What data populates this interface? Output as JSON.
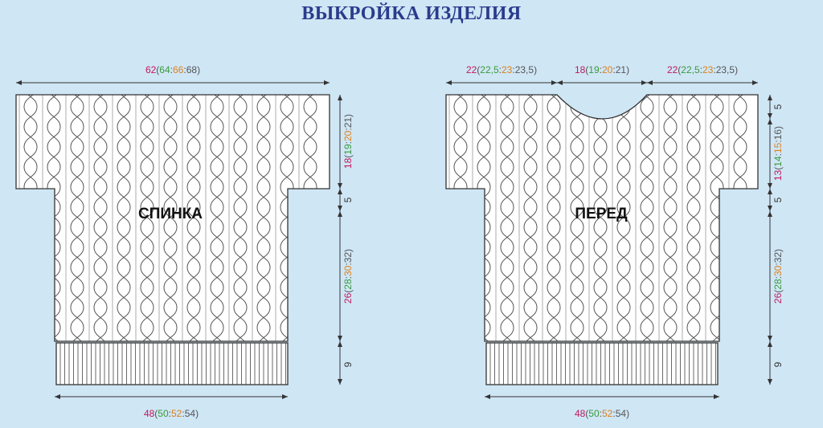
{
  "title": "ВЫКРОЙКА ИЗДЕЛИЯ",
  "colors": {
    "background": "#cfe6f5",
    "title": "#2b3b8c",
    "outline": "#333333",
    "size1": "#c2185b",
    "size2": "#3a9a3a",
    "size3": "#e0801a",
    "size4": "#555555"
  },
  "back": {
    "label": "СПИНКА",
    "width_top": [
      "62",
      "64",
      "66",
      "68"
    ],
    "sleeve_height": [
      "18",
      "19",
      "20",
      "21"
    ],
    "armhole_step": [
      "5"
    ],
    "body_height": [
      "26",
      "28",
      "30",
      "32"
    ],
    "rib_height": [
      "9"
    ],
    "width_bottom": [
      "48",
      "50",
      "52",
      "54"
    ]
  },
  "front": {
    "label": "ПЕРЕД",
    "shoulder_left": [
      "22",
      "22,5",
      "23",
      "23,5"
    ],
    "neck_width": [
      "18",
      "19",
      "20",
      "21"
    ],
    "shoulder_right": [
      "22",
      "22,5",
      "23",
      "23,5"
    ],
    "neck_depth": [
      "5"
    ],
    "sleeve_height": [
      "13",
      "14",
      "15",
      "16"
    ],
    "armhole_step": [
      "5"
    ],
    "body_height": [
      "26",
      "28",
      "30",
      "32"
    ],
    "rib_height": [
      "9"
    ],
    "width_bottom": [
      "48",
      "50",
      "52",
      "54"
    ]
  }
}
